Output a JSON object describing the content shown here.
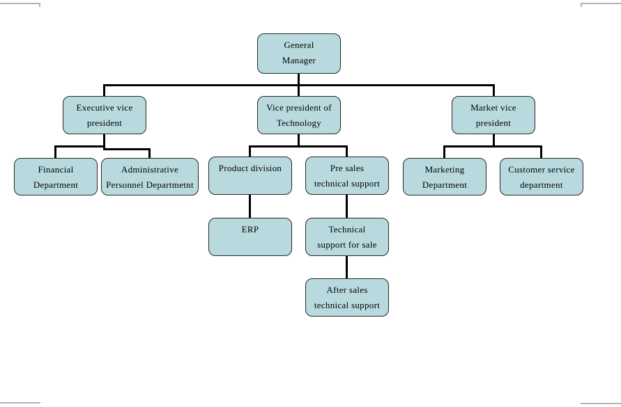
{
  "diagram": {
    "type": "org-chart",
    "colors": {
      "node_fill": "#b8dade",
      "node_border": "#262626",
      "connector": "#000000",
      "text": "#000000",
      "page_corner_mark": "#b3b3b3"
    }
  },
  "nodes": [
    {
      "id": "general-manager",
      "label": "General Manager",
      "lines": [
        "General",
        "Manager"
      ],
      "reports_to": null
    },
    {
      "id": "executive-vice-president",
      "label": "Executive vice president",
      "lines": [
        "Executive vice",
        "president"
      ],
      "reports_to": "general-manager"
    },
    {
      "id": "vice-president-of-technology",
      "label": "Vice president of Technology",
      "lines": [
        "Vice president of",
        "Technology"
      ],
      "reports_to": "general-manager"
    },
    {
      "id": "market-vice-president",
      "label": "Market vice president",
      "lines": [
        "Market vice",
        "president"
      ],
      "reports_to": "general-manager"
    },
    {
      "id": "financial-department",
      "label": "Financial Department",
      "lines": [
        "Financial",
        "Department"
      ],
      "reports_to": "executive-vice-president"
    },
    {
      "id": "administrative-personnel-department",
      "label": "Administrative Personnel Departmetnt",
      "lines": [
        "Administrative",
        "Personnel Departmetnt"
      ],
      "reports_to": "executive-vice-president"
    },
    {
      "id": "product-division",
      "label": "Product division",
      "lines": [
        "Product division"
      ],
      "reports_to": "vice-president-of-technology"
    },
    {
      "id": "pre-sales-technical-support",
      "label": "Pre sales technical support",
      "lines": [
        "Pre sales",
        "technical support"
      ],
      "reports_to": "vice-president-of-technology"
    },
    {
      "id": "marketing-department",
      "label": "Marketing Department",
      "lines": [
        "Marketing",
        "Department"
      ],
      "reports_to": "market-vice-president"
    },
    {
      "id": "customer-service-department",
      "label": "Customer service department",
      "lines": [
        "Customer service",
        "department"
      ],
      "reports_to": "market-vice-president"
    },
    {
      "id": "erp",
      "label": "ERP",
      "lines": [
        "ERP"
      ],
      "reports_to": "product-division"
    },
    {
      "id": "technical-support-for-sale",
      "label": "Technical support for sale",
      "lines": [
        "Technical",
        "support for sale"
      ],
      "reports_to": "pre-sales-technical-support"
    },
    {
      "id": "after-sales-technical-support",
      "label": "After sales technical support",
      "lines": [
        "After sales",
        "technical support"
      ],
      "reports_to": "technical-support-for-sale"
    }
  ]
}
